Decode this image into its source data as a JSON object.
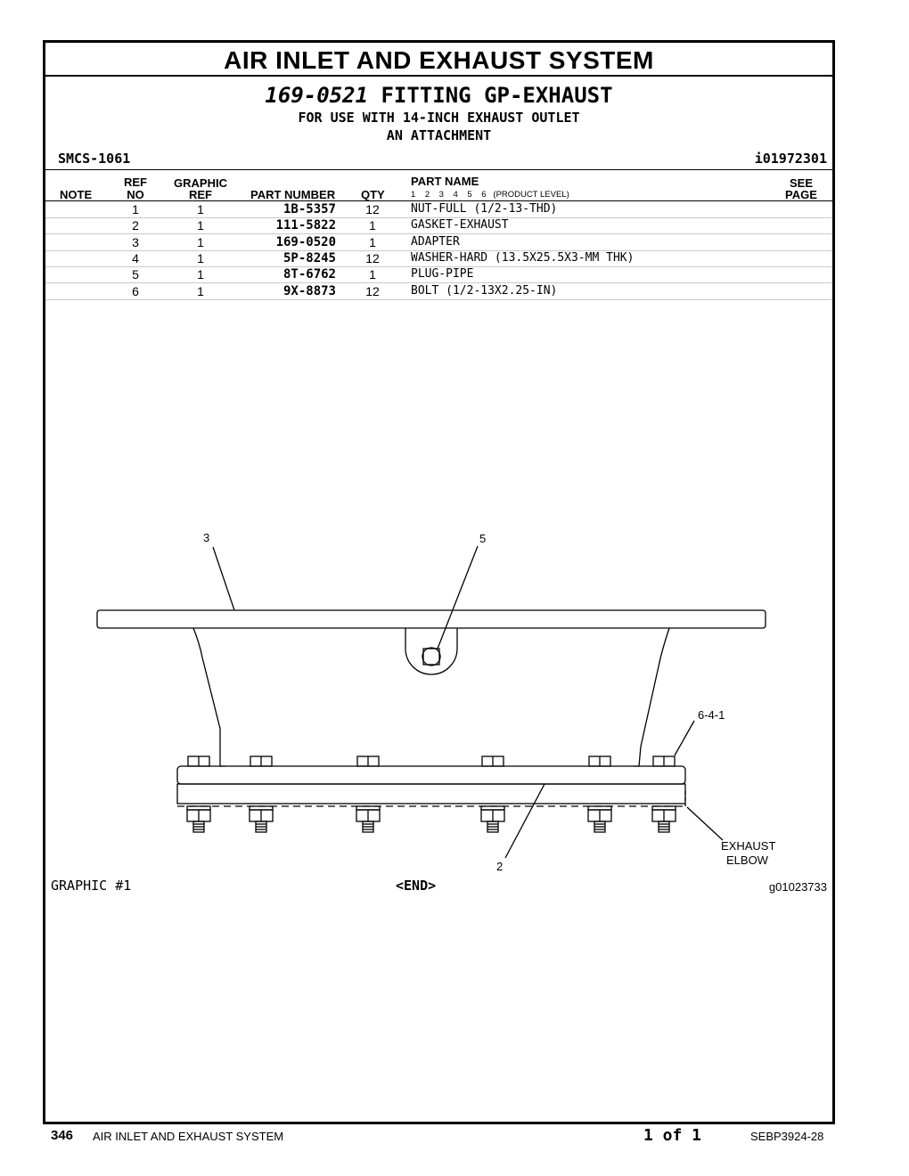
{
  "section_title": "AIR INLET AND EXHAUST SYSTEM",
  "group": {
    "part_number": "169-0521",
    "name": "FITTING GP-EXHAUST",
    "usage_line_1": "FOR USE WITH 14-INCH EXHAUST OUTLET",
    "usage_line_2": "AN ATTACHMENT"
  },
  "smcs": "SMCS-1061",
  "illustration_id": "i01972301",
  "table": {
    "headers": {
      "note": "NOTE",
      "ref_top": "REF",
      "ref_bottom": "NO",
      "graphic_top": "GRAPHIC",
      "graphic_bottom": "REF",
      "part_number": "PART NUMBER",
      "qty": "QTY",
      "part_name": "PART NAME",
      "product_levels": "1    2    3    4    5    6   (PRODUCT LEVEL)",
      "see_top": "SEE",
      "see_bottom": "PAGE"
    },
    "rows": [
      {
        "ref": "1",
        "graphic": "1",
        "part_number": "1B-5357",
        "qty": "12",
        "name": "NUT-FULL (1/2-13-THD)"
      },
      {
        "ref": "2",
        "graphic": "1",
        "part_number": "111-5822",
        "qty": "1",
        "name": "GASKET-EXHAUST"
      },
      {
        "ref": "3",
        "graphic": "1",
        "part_number": "169-0520",
        "qty": "1",
        "name": "ADAPTER"
      },
      {
        "ref": "4",
        "graphic": "1",
        "part_number": "5P-8245",
        "qty": "12",
        "name": "WASHER-HARD (13.5X25.5X3-MM THK)"
      },
      {
        "ref": "5",
        "graphic": "1",
        "part_number": "8T-6762",
        "qty": "1",
        "name": "PLUG-PIPE"
      },
      {
        "ref": "6",
        "graphic": "1",
        "part_number": "9X-8873",
        "qty": "12",
        "name": "BOLT (1/2-13X2.25-IN)"
      }
    ]
  },
  "graphic": {
    "callouts": {
      "c3": "3",
      "c5": "5",
      "c641": "6-4-1",
      "c2": "2",
      "elbow_1": "EXHAUST",
      "elbow_2": "ELBOW"
    },
    "label": "GRAPHIC #1",
    "end_marker": "<END>",
    "graphic_id": "g01023733"
  },
  "footer": {
    "page_number": "346",
    "section": "AIR INLET AND EXHAUST SYSTEM",
    "page_of": "1 of 1",
    "document": "SEBP3924-28"
  }
}
